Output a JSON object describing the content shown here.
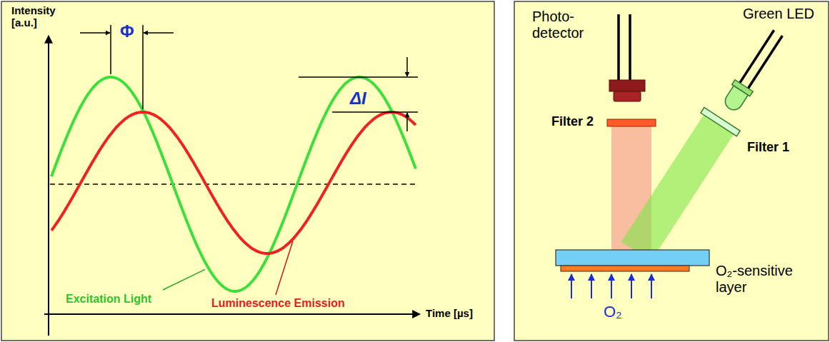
{
  "diagram": {
    "labels": [
      "Intensity [a.u.]",
      "Φ",
      "ΔI",
      "Excitation Light",
      "Luminescence Emission",
      "Time [µs]",
      "Photo- detector",
      "Green LED",
      "Filter 2",
      "Filter 1",
      "O₂-sensitive layer",
      "O₂"
    ]
  }
}
